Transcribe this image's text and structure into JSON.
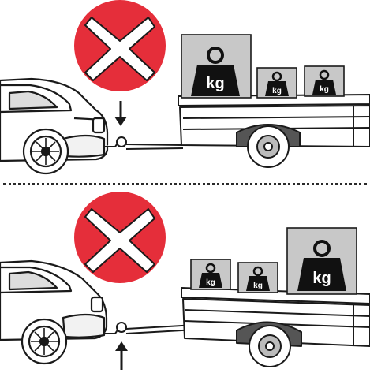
{
  "colors": {
    "prohibited": "#e52e3a",
    "weight_box": "#c8c8c8",
    "weight_icon": "#111111",
    "outline": "#1a1a1a",
    "background": "#ffffff"
  },
  "panels": [
    {
      "weights": [
        {
          "label": "kg",
          "size": "large"
        },
        {
          "label": "kg",
          "size": "small"
        },
        {
          "label": "kg",
          "size": "small"
        }
      ],
      "arrow_direction": "down",
      "icon": "prohibited-x-icon"
    },
    {
      "weights": [
        {
          "label": "kg",
          "size": "small"
        },
        {
          "label": "kg",
          "size": "small"
        },
        {
          "label": "kg",
          "size": "large"
        }
      ],
      "arrow_direction": "up",
      "icon": "prohibited-x-icon"
    }
  ]
}
